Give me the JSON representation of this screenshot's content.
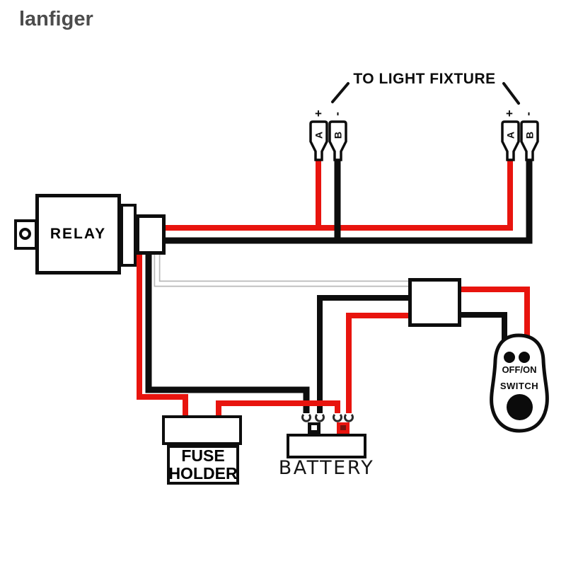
{
  "logo": {
    "text": "lanfiger"
  },
  "colors": {
    "wire_red": "#e8140e",
    "wire_black": "#0d0d0d",
    "wire_white_core": "#ffffff",
    "wire_white_outline": "#b9b9b9",
    "logo_text": "#4c4c4c"
  },
  "labels": {
    "title": "TO LIGHT FIXTURE",
    "relay": "RELAY",
    "fuse_line1": "FUSE",
    "fuse_line2": "HOLDER",
    "battery": "BATTERY",
    "switch_line1": "OFF/ON",
    "switch_line2": "SWITCH"
  },
  "terminals": [
    {
      "letter": "A",
      "polarity": "+",
      "wire": "red"
    },
    {
      "letter": "B",
      "polarity": "-",
      "wire": "black"
    },
    {
      "letter": "A",
      "polarity": "+",
      "wire": "red"
    },
    {
      "letter": "B",
      "polarity": "-",
      "wire": "black"
    }
  ]
}
